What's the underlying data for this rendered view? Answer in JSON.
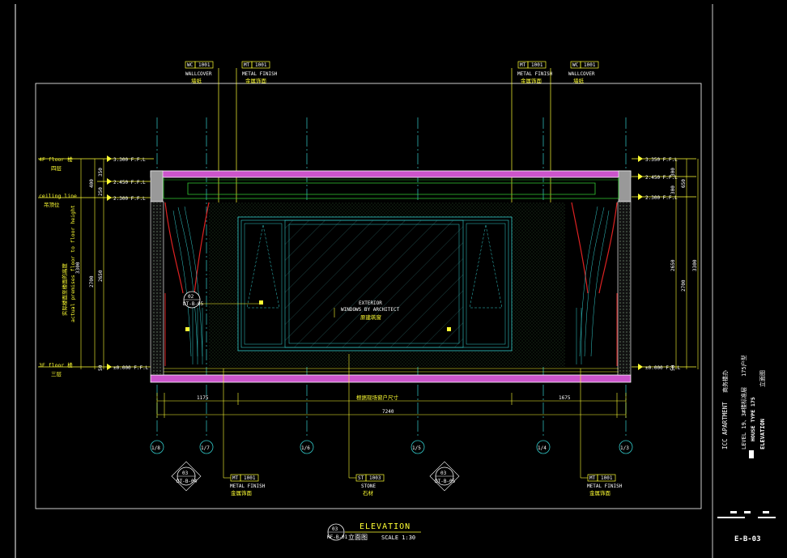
{
  "colors": {
    "background": "#000000",
    "yellow": "#ffff33",
    "cyan": "#33cccc",
    "magenta": "#cc55cc",
    "green": "#33cc33",
    "red": "#dd2222",
    "white": "#ffffff",
    "grey": "#aaaaaa"
  },
  "top_tags": [
    {
      "code": "WC",
      "num": "1001",
      "en": "WALLCOVER",
      "cn": "墙纸"
    },
    {
      "code": "MT",
      "num": "1001",
      "en": "METAL FINISH",
      "cn": "金属饰面"
    },
    {
      "code": "MT",
      "num": "1001",
      "en": "METAL FINISH",
      "cn": "金属饰面"
    },
    {
      "code": "WC",
      "num": "1001",
      "en": "WALLCOVER",
      "cn": "墙纸"
    }
  ],
  "levels_left": {
    "floor4": {
      "en": "4F floor 楼",
      "cn": "四层",
      "ffl": "3.300 F.F.L"
    },
    "ceiling": {
      "en": "ceiling line",
      "cn": "吊顶位",
      "ffl1": "2.450 F.F.L",
      "ffl2": "2.300 F.F.L"
    },
    "floor3": {
      "en": "3F floor 楼",
      "cn": "三层",
      "ffl": "±0.000 F.F.L"
    },
    "vertical_note": "实际楼面至楼面的高度",
    "vertical_note_en": "actual premises floor to floor height"
  },
  "levels_right": {
    "ffl_top": "3.350 F.F.L",
    "ffl_mid1": "2.450 F.F.L",
    "ffl_mid2": "2.300 F.F.L",
    "ffl_bottom": "±0.000 F.F.L"
  },
  "dims_left": {
    "seg": [
      "50",
      "400",
      "350",
      "250",
      "2650",
      "2700",
      "3300"
    ]
  },
  "dims_right": {
    "seg": [
      "300",
      "650",
      "300",
      "2650",
      "2700",
      "3300",
      "50"
    ]
  },
  "window": {
    "line1": "EXTERIOR",
    "line2": "WINDOWS BY ARCHITECT",
    "cn": "原建筑窗"
  },
  "callout_left": {
    "num": "02",
    "sheet": "DT-B-05"
  },
  "horizontal_dims": {
    "left": "1175",
    "center": "根据现场窗户尺寸",
    "right": "1675",
    "total": "7240"
  },
  "grid_bubbles": [
    "1/8",
    "1/7",
    "1/6",
    "1/5",
    "1/4",
    "1/3"
  ],
  "bottom_callouts": [
    {
      "num": "03",
      "sheet": "DT-B-04"
    },
    {
      "num": "03",
      "sheet": "DT-B-05"
    }
  ],
  "bottom_tags": [
    {
      "code": "MT",
      "num": "1001",
      "en": "METAL FINISH",
      "cn": "金属饰面"
    },
    {
      "code": "ST",
      "num": "1003",
      "en": "STONE",
      "cn": "石材"
    },
    {
      "code": "MT",
      "num": "1001",
      "en": "METAL FINISH",
      "cn": "金属饰面"
    }
  ],
  "title": {
    "num": "03",
    "sheet": "KF-B-01",
    "label": "ELEVATION",
    "cn": "立面图",
    "scale": "SCALE  1:30"
  },
  "title_block": {
    "project": "ICC APARTMENT",
    "project_cn": "商务楼办",
    "level": "LEVEL  19、3#楼标准层",
    "level_cn": "175户型",
    "house": "HOUSE TYPE 175",
    "elevation": "ELEVATION",
    "elevation_cn": "立面图",
    "sheet_no": "E-B-03"
  }
}
